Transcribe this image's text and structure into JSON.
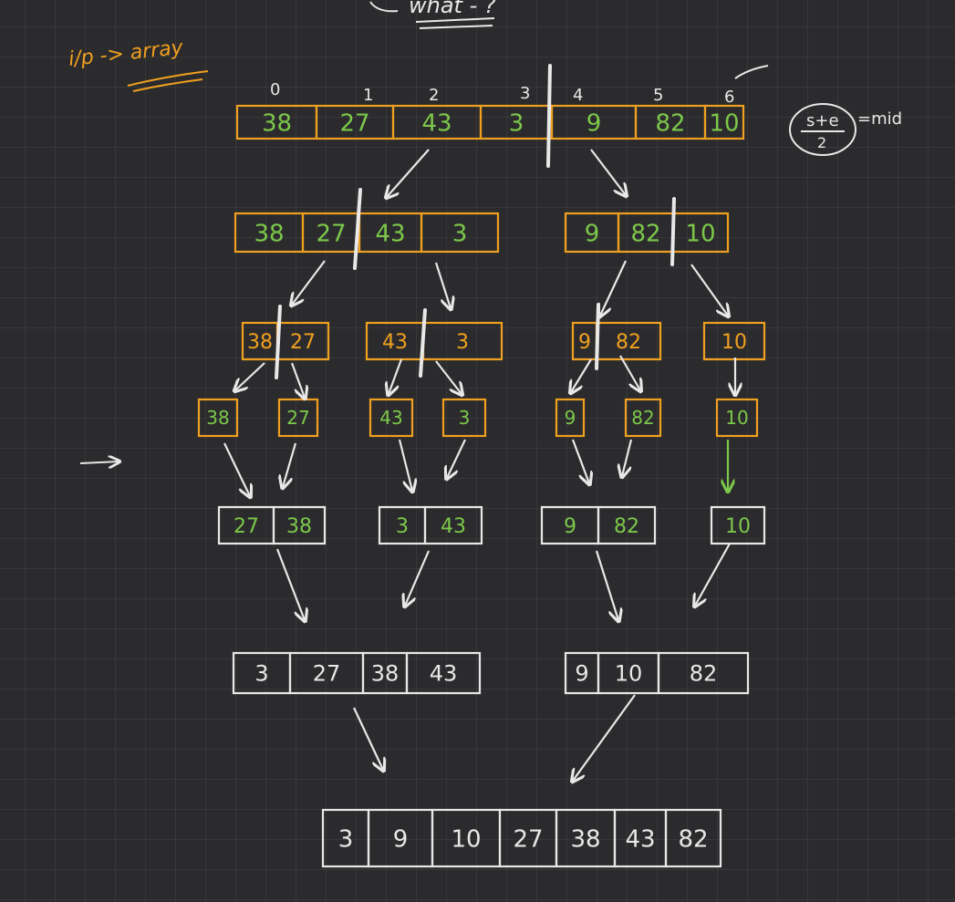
{
  "header": {
    "title_fragment": "what - ?",
    "input_label": "i/p -> array",
    "formula": {
      "numerator": "s+e",
      "denominator": "2",
      "result": "=mid"
    }
  },
  "indices": [
    "0",
    "1",
    "2",
    "3",
    "4",
    "5",
    "6"
  ],
  "colors": {
    "background": "#2b2b2d",
    "orange": "#f0a020",
    "green": "#7cc84a",
    "white": "#e8e8e8"
  },
  "levels": [
    {
      "stage": "split",
      "arrays": [
        [
          "38",
          "27",
          "43",
          "3",
          "9",
          "82",
          "10"
        ]
      ]
    },
    {
      "stage": "split",
      "arrays": [
        [
          "38",
          "27",
          "43",
          "3"
        ],
        [
          "9",
          "82",
          "10"
        ]
      ]
    },
    {
      "stage": "split",
      "arrays": [
        [
          "38",
          "27"
        ],
        [
          "43",
          "3"
        ],
        [
          "9",
          "82"
        ],
        [
          "10"
        ]
      ]
    },
    {
      "stage": "split",
      "arrays": [
        [
          "38"
        ],
        [
          "27"
        ],
        [
          "43"
        ],
        [
          "3"
        ],
        [
          "9"
        ],
        [
          "82"
        ],
        [
          "10"
        ]
      ]
    },
    {
      "stage": "merge",
      "arrays": [
        [
          "27",
          "38"
        ],
        [
          "3",
          "43"
        ],
        [
          "9",
          "82"
        ],
        [
          "10"
        ]
      ]
    },
    {
      "stage": "merge",
      "arrays": [
        [
          "3",
          "27",
          "38",
          "43"
        ],
        [
          "9",
          "10",
          "82"
        ]
      ]
    },
    {
      "stage": "merge",
      "arrays": [
        [
          "3",
          "9",
          "10",
          "27",
          "38",
          "43",
          "82"
        ]
      ]
    }
  ]
}
